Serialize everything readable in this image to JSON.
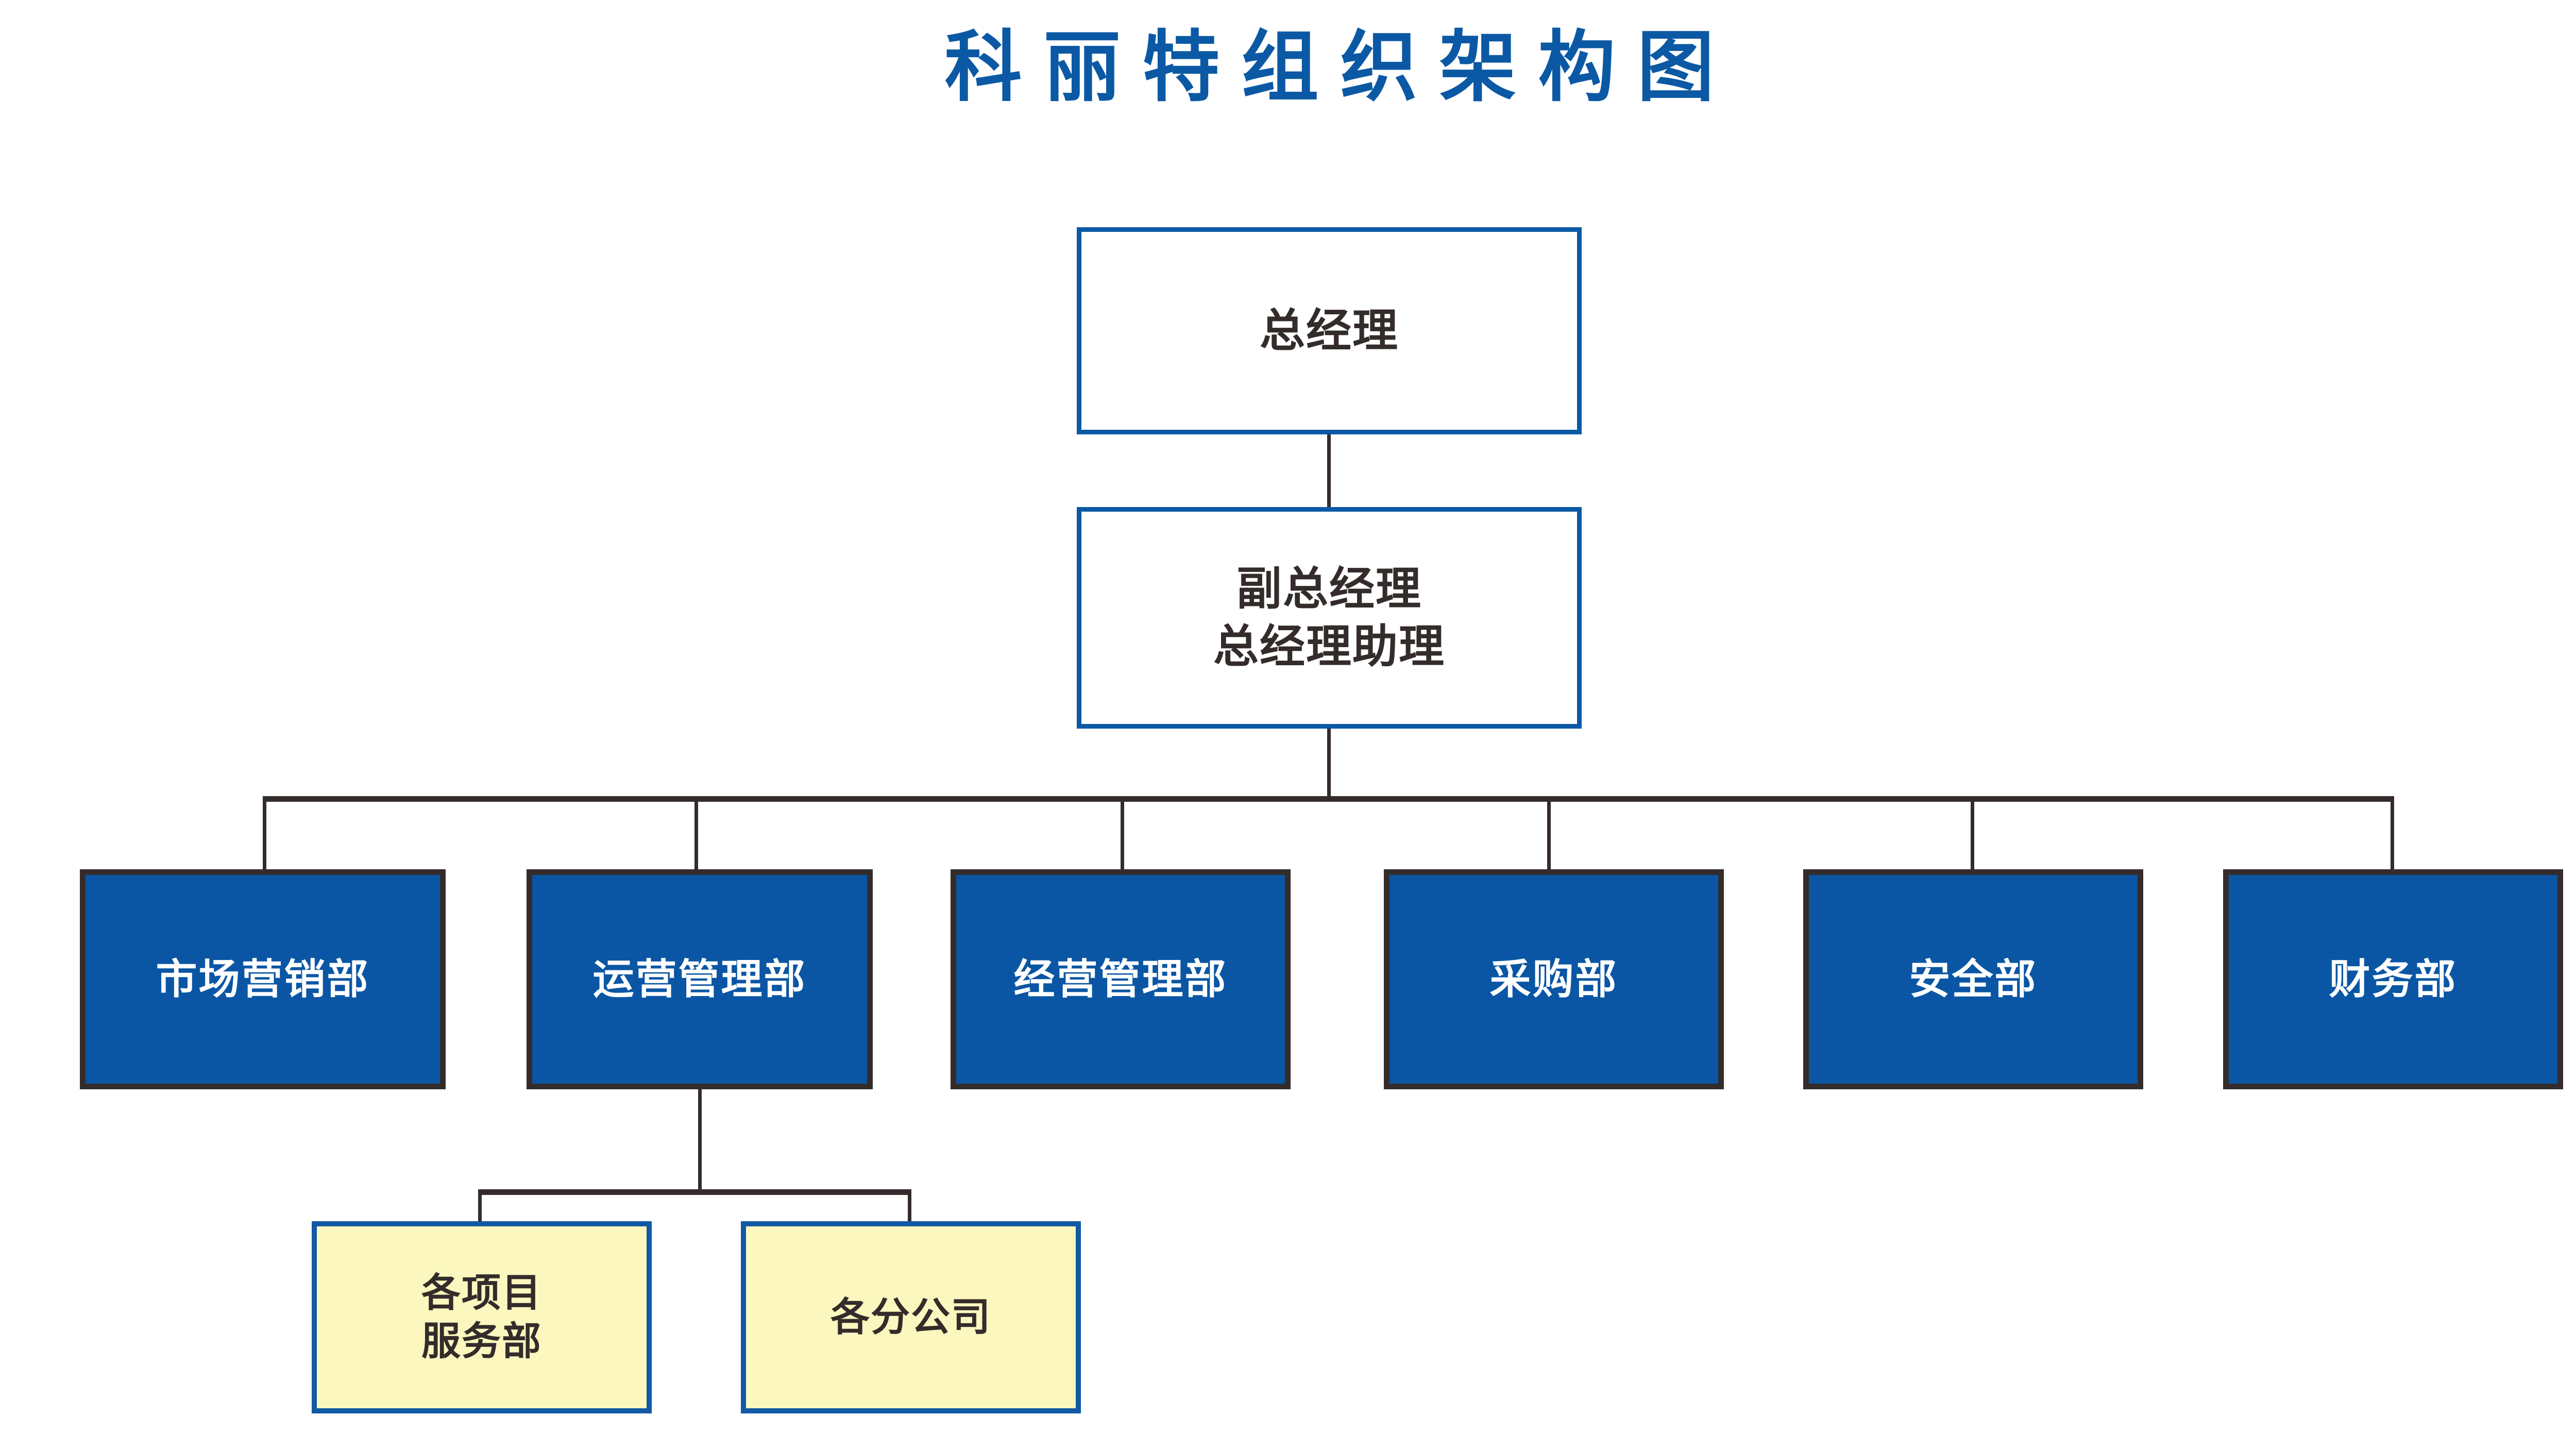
{
  "chart": {
    "title": "科丽特组织架构图",
    "title_color": "#0B59A4",
    "background_color": "#FFFFFF"
  },
  "colors": {
    "exec_border": "#0B59A4",
    "exec_fill": "#FFFFFF",
    "exec_text": "#332C2B",
    "dept_fill": "#0A56A4",
    "dept_border": "#332C2B",
    "dept_text": "#FFFFFF",
    "sub_fill": "#FCF7BE",
    "sub_border": "#1259A5",
    "sub_text": "#332C2B",
    "connector": "#332C2B"
  },
  "nodes": {
    "general_manager": {
      "label": "总经理",
      "level": 1
    },
    "deputy_manager": {
      "label": "副总经理\n总经理助理",
      "level": 2
    },
    "departments": [
      {
        "label": "市场营销部"
      },
      {
        "label": "运营管理部"
      },
      {
        "label": "经营管理部"
      },
      {
        "label": "采购部"
      },
      {
        "label": "安全部"
      },
      {
        "label": "财务部"
      }
    ],
    "sub_units": [
      {
        "label": "各项目\n服务部"
      },
      {
        "label": "各分公司"
      }
    ]
  },
  "hierarchy": {
    "root": "总经理",
    "child_of_root": "副总经理 / 总经理助理",
    "children_of_deputy": [
      "市场营销部",
      "运营管理部",
      "经营管理部",
      "采购部",
      "安全部",
      "财务部"
    ],
    "children_of_operations": [
      "各项目服务部",
      "各分公司"
    ]
  }
}
